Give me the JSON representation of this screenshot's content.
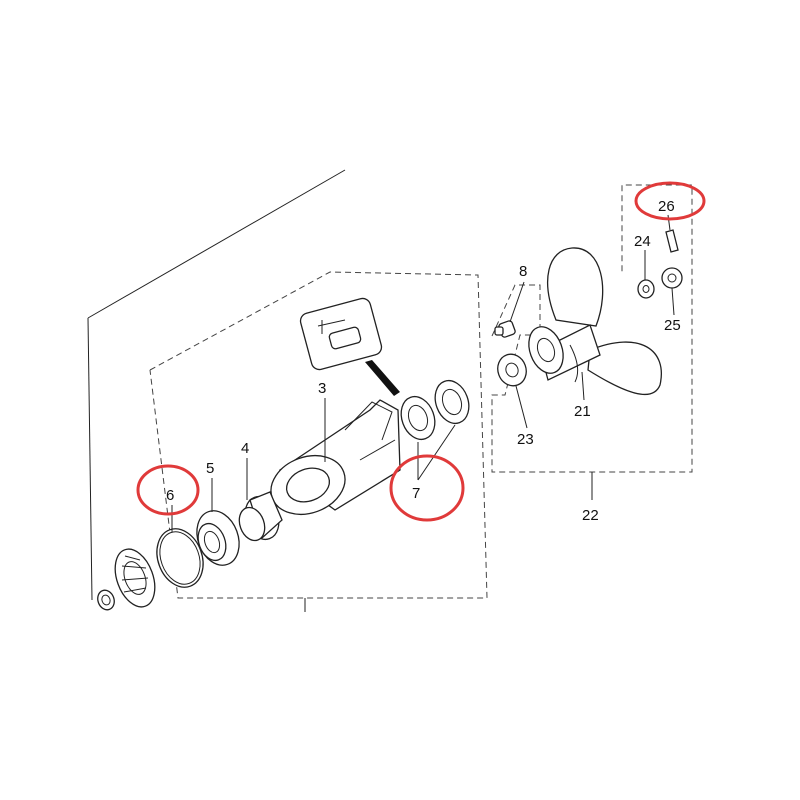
{
  "diagram": {
    "labels": {
      "p3": "3",
      "p4": "4",
      "p5": "5",
      "p6": "6",
      "p7": "7",
      "p8": "8",
      "p21": "21",
      "p22": "22",
      "p23": "23",
      "p24": "24",
      "p25": "25",
      "p26": "26"
    },
    "highlighted_parts": [
      "6",
      "7",
      "26"
    ],
    "highlight_color": "#e03a3a",
    "line_color": "#222222"
  }
}
